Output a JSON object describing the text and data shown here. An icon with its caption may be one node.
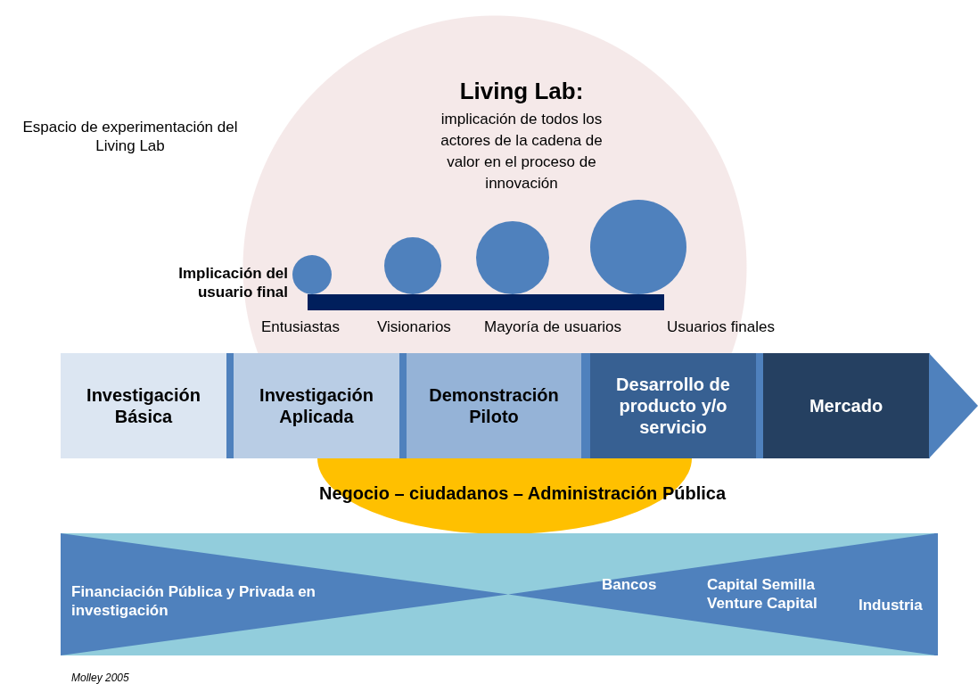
{
  "diagram": {
    "nodes": [
      {
        "text": [
          "Living Lab:",
          "implicación de todos los actores de la cadena de valor en el proceso de innovación"
        ]
      },
      {
        "text": [],
        "shape": "circle",
        "in": 0
      },
      {
        "text": [],
        "shape": "circle",
        "in": 0
      },
      {
        "text": [],
        "shape": "circle",
        "in": 0
      },
      {
        "text": [],
        "shape": "circle",
        "in": 0
      },
      {
        "text": [],
        "shape": "bar",
        "in": 0
      },
      {
        "text": [
          "Investigación Básica"
        ]
      },
      {
        "text": [
          "Investigación Aplicada"
        ]
      },
      {
        "text": [
          "Demonstración Piloto"
        ]
      },
      {
        "text": [
          "Desarrollo de producto y/o servicio"
        ]
      },
      {
        "text": [
          "Mercado"
        ]
      },
      {
        "text": [
          "Negocio – ciudadanos – Administración Pública"
        ]
      },
      {
        "text": [
          "Financiación Pública y Privada en investigación"
        ]
      },
      {
        "text": [
          "Bancos",
          "Capital Semilla Venture Capital",
          "Industria"
        ]
      }
    ],
    "labels": [
      "Espacio de experimentación del Living Lab",
      "Implicación del usuario final",
      "Entusiastas",
      "Visionarios",
      "Mayoría de usuarios",
      "Usuarios finales",
      "Molley 2005"
    ]
  }
}
